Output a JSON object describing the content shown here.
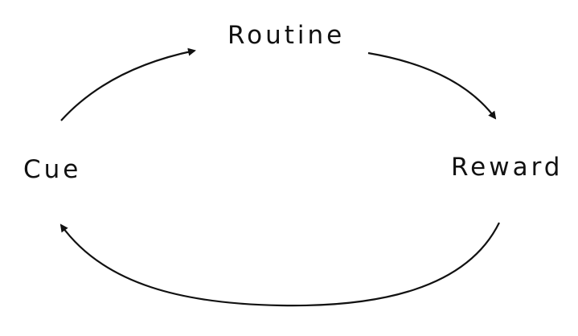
{
  "diagram": {
    "nodes": {
      "routine": "Routine",
      "cue": "Cue",
      "reward": "Reward"
    },
    "edges": [
      {
        "from": "Cue",
        "to": "Routine"
      },
      {
        "from": "Routine",
        "to": "Reward"
      },
      {
        "from": "Reward",
        "to": "Cue"
      }
    ],
    "colors": {
      "stroke": "#111111",
      "background": "#ffffff"
    }
  }
}
